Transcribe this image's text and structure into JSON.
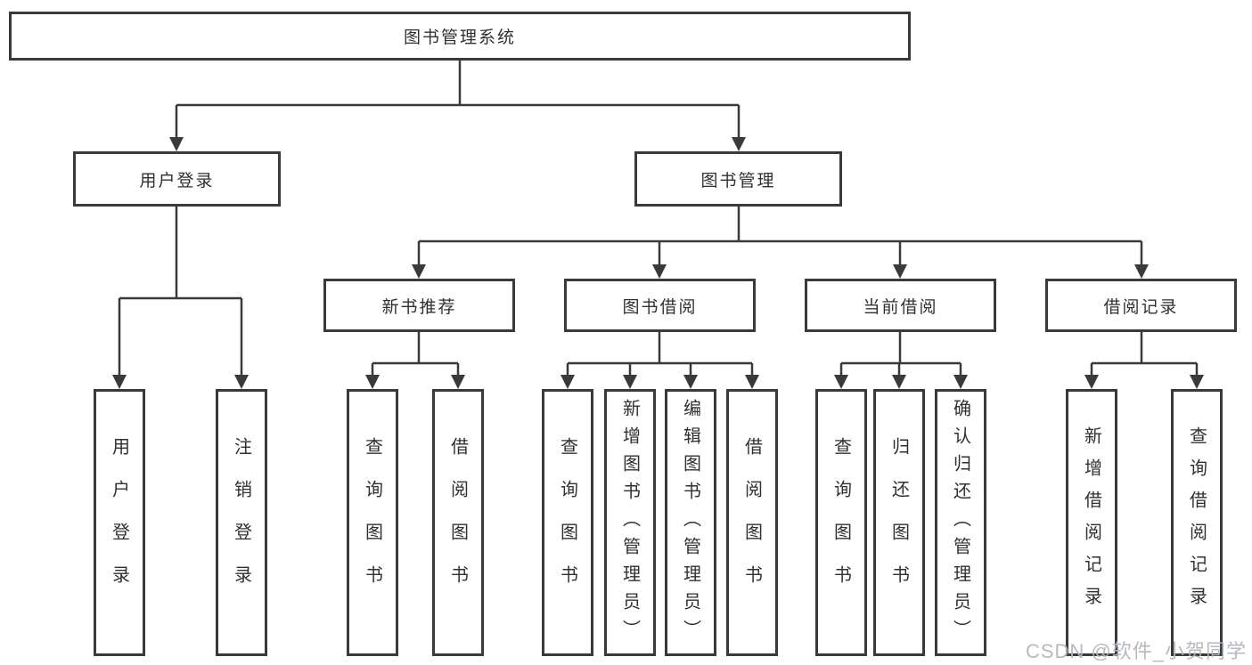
{
  "diagram": {
    "tree": {
      "label": "图书管理系统",
      "children": [
        {
          "label": "用户登录",
          "children": [
            {
              "label": "用户登录"
            },
            {
              "label": "注销登录"
            }
          ]
        },
        {
          "label": "图书管理",
          "children": [
            {
              "label": "新书推荐",
              "children": [
                {
                  "label": "查询图书"
                },
                {
                  "label": "借阅图书"
                }
              ]
            },
            {
              "label": "图书借阅",
              "children": [
                {
                  "label": "查询图书"
                },
                {
                  "label": "新增图书（管理员）"
                },
                {
                  "label": "编辑图书（管理员）"
                },
                {
                  "label": "借阅图书"
                }
              ]
            },
            {
              "label": "当前借阅",
              "children": [
                {
                  "label": "查询图书"
                },
                {
                  "label": "归还图书"
                },
                {
                  "label": "确认归还（管理员）"
                }
              ]
            },
            {
              "label": "借阅记录",
              "children": [
                {
                  "label": "新增借阅记录"
                },
                {
                  "label": "查询借阅记录"
                }
              ]
            }
          ]
        }
      ]
    },
    "colors": {
      "line": "#3a3a3a",
      "box_border": "#3a3a3a",
      "text": "#303030",
      "background": "#ffffff",
      "watermark": "#b2b6bb"
    }
  },
  "watermark": {
    "text": "CSDN @软件_小贺同学"
  }
}
